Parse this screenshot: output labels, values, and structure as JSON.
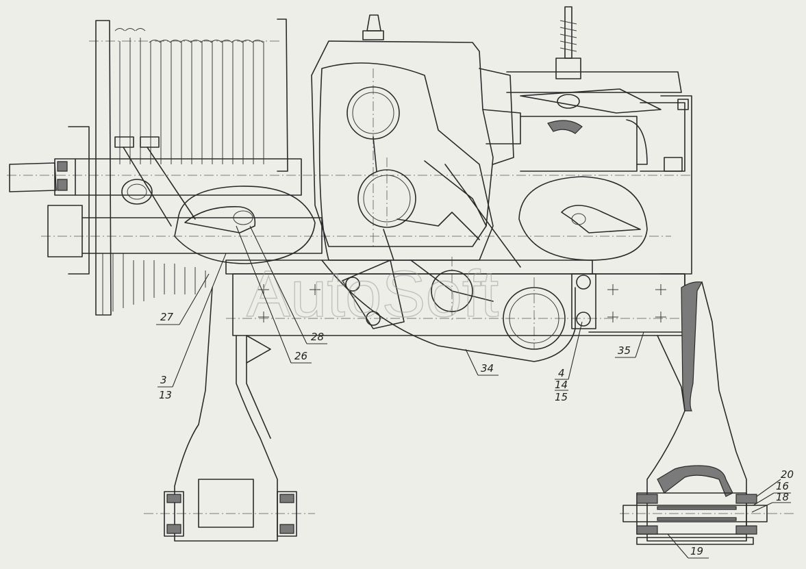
{
  "watermark": "AutoSoft",
  "callouts": [
    {
      "id": "27",
      "lines": [
        "27"
      ]
    },
    {
      "id": "28",
      "lines": [
        "28"
      ]
    },
    {
      "id": "26",
      "lines": [
        "26"
      ]
    },
    {
      "id": "3-13",
      "lines": [
        "3",
        "13"
      ]
    },
    {
      "id": "34",
      "lines": [
        "34"
      ]
    },
    {
      "id": "4-14-15",
      "lines": [
        "4",
        "14",
        "15"
      ]
    },
    {
      "id": "35",
      "lines": [
        "35"
      ]
    },
    {
      "id": "20",
      "lines": [
        "20"
      ]
    },
    {
      "id": "16",
      "lines": [
        "16"
      ]
    },
    {
      "id": "18",
      "lines": [
        "18"
      ]
    },
    {
      "id": "19",
      "lines": [
        "19"
      ]
    }
  ]
}
